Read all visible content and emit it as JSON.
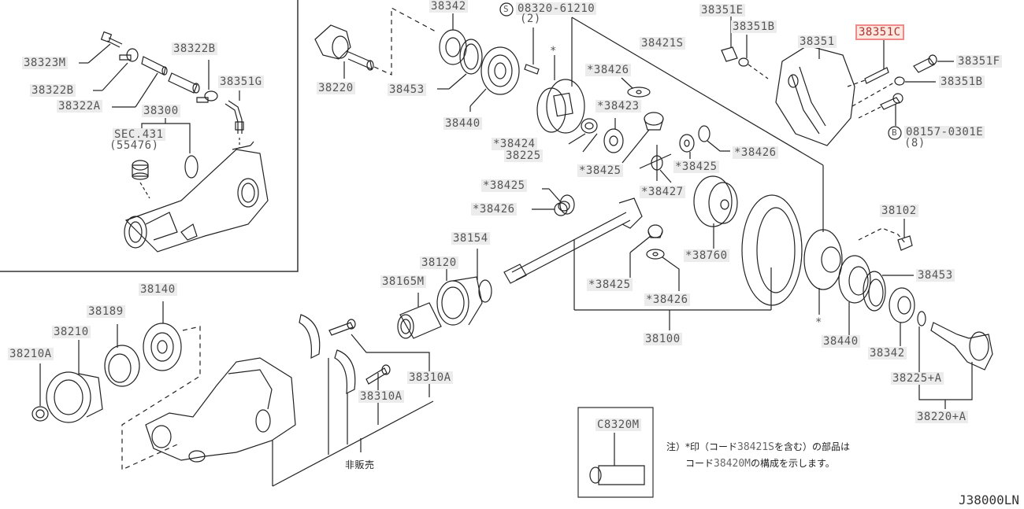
{
  "diagram": {
    "code": "J38000LN",
    "selected_part": "38351C",
    "inset": {
      "labels": {
        "p38323M": "38323M",
        "p38322B_a": "38322B",
        "p38322B_b": "38322B",
        "p38322A": "38322A",
        "p38351G": "38351G",
        "p38300": "38300",
        "sec": "SEC.431",
        "sec_sub": "(55476)"
      }
    },
    "labels": {
      "p38220": "38220",
      "p38342_top": "38342",
      "p08320": "08320-61210",
      "p08320_qty": "(2)",
      "p08320_prefix": "S",
      "p38453_top": "38453",
      "p38440_top": "38440",
      "star_case": "*",
      "p38421S": "38421S",
      "p38426_a": "*38426",
      "p38423": "*38423",
      "p38424": "*38424",
      "p38225": "38225",
      "p38425_a": "*38425",
      "p38425_b": "*38425",
      "p38426_b": "*38426",
      "p38425_c": "*38425",
      "p38427": "*38427",
      "p38426_c": "*38426",
      "p38760": "*38760",
      "p38425_d": "*38425",
      "p38426_d": "*38426",
      "p38100": "38100",
      "p38351E": "38351E",
      "p38351B_top": "38351B",
      "p38351": "38351",
      "p38351C": "38351C",
      "p38351F": "38351F",
      "p38351B_right": "38351B",
      "p08157": "08157-0301E",
      "p08157_qty": "(8)",
      "p08157_prefix": "B",
      "p38102": "38102",
      "p38453_right": "38453",
      "star_carrier": "*",
      "p38440_right": "38440",
      "p38342_right": "38342",
      "p38225A": "38225+A",
      "p38220A": "38220+A",
      "p38154": "38154",
      "p38120": "38120",
      "p38165M": "38165M",
      "p38140": "38140",
      "p38189": "38189",
      "p38210": "38210",
      "p38210A": "38210A",
      "p38310A_a": "38310A",
      "p38310A_b": "38310A",
      "not_sold": "非販売",
      "pC8320M": "C8320M"
    },
    "note": {
      "line1_pre": "注）*印（コード",
      "line1_code": "38421S",
      "line1_post": "を含む）の部品は",
      "line2_pre": "コード",
      "line2_code": "38420M",
      "line2_post": "の構成を示します。"
    }
  }
}
